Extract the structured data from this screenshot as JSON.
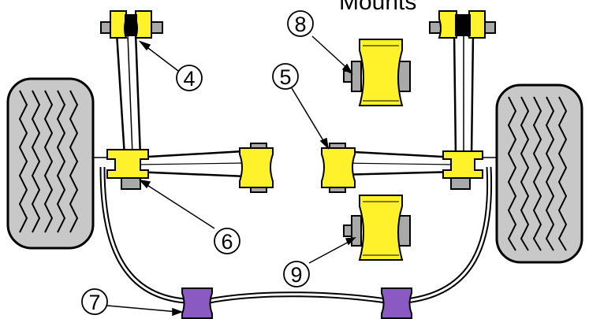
{
  "header": {
    "title_fragment": "Mounts"
  },
  "callouts": [
    {
      "id": "callout-4",
      "number": "4"
    },
    {
      "id": "callout-5",
      "number": "5"
    },
    {
      "id": "callout-6",
      "number": "6"
    },
    {
      "id": "callout-7",
      "number": "7"
    },
    {
      "id": "callout-8",
      "number": "8"
    },
    {
      "id": "callout-9",
      "number": "9"
    }
  ],
  "colors": {
    "bush": "#fff22a",
    "anti_roll_bush": "#8a5ac2",
    "bolt": "#a9a9a9",
    "tyre": "#c8c8c8",
    "outline": "#000000"
  }
}
